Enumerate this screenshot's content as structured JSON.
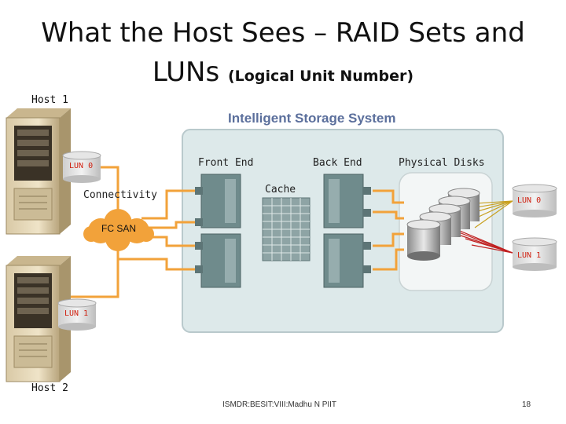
{
  "slide": {
    "title_line1": "What the Host Sees – RAID Sets and",
    "title_line2_main": "LUNs",
    "title_line2_small": "(Logical Unit Number)",
    "footer_text": "ISMDR:BESIT:VIII:Madhu N PIIT",
    "page_number": "18"
  },
  "diagram": {
    "host1_label": "Host 1",
    "host2_label": "Host 2",
    "host1_lun": "LUN 0",
    "host2_lun": "LUN 1",
    "system_title": "Intelligent Storage System",
    "front_end_label": "Front End",
    "back_end_label": "Back End",
    "physical_disks_label": "Physical Disks",
    "cache_label": "Cache",
    "connectivity_label": "Connectivity",
    "san_label": "FC SAN",
    "lun0_label": "LUN 0",
    "lun1_label": "LUN 1"
  },
  "colors": {
    "cable": "#f2a23a",
    "system_border": "#b9c9cc",
    "system_fill": "#dde9ea",
    "system_title": "#5b6f9c",
    "san_cloud": "#f2a23a",
    "lun_text": "#d02010",
    "lun0_lines": "#c8a020",
    "lun1_lines": "#c02020"
  }
}
